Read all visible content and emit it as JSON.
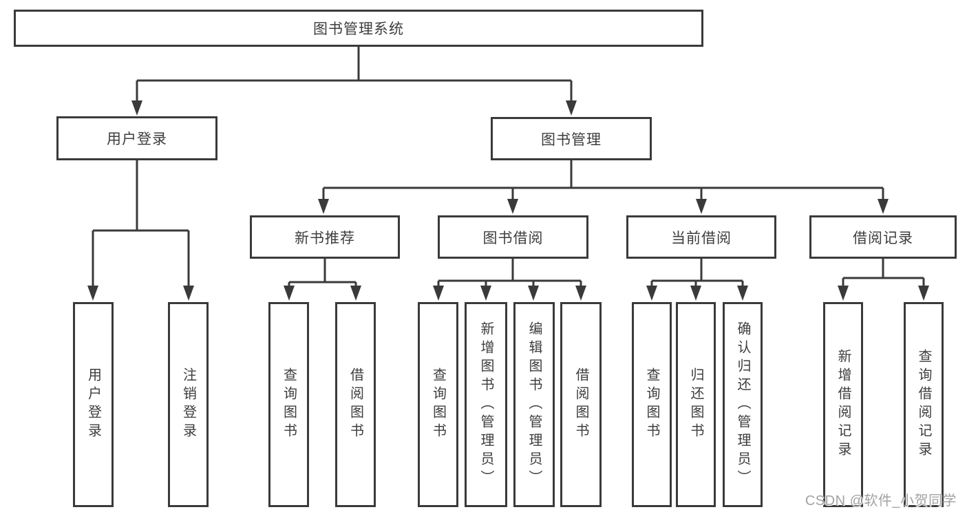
{
  "colors": {
    "line": "#3a3a3a",
    "text": "#3d3d3d",
    "background": "#ffffff",
    "watermark": "#a2a2a2"
  },
  "watermark": {
    "text": "CSDN @软件_小贺同学"
  },
  "diagram": {
    "type": "hierarchy-tree",
    "root": {
      "label": "图书管理系统"
    },
    "branches": [
      {
        "label": "用户登录",
        "leaves": [
          {
            "label": "用户登录"
          },
          {
            "label": "注销登录"
          }
        ]
      },
      {
        "label": "图书管理",
        "groups": [
          {
            "label": "新书推荐",
            "leaves": [
              {
                "label": "查询图书"
              },
              {
                "label": "借阅图书"
              }
            ]
          },
          {
            "label": "图书借阅",
            "leaves": [
              {
                "label": "查询图书"
              },
              {
                "label": "新增图书（管理员）"
              },
              {
                "label": "编辑图书（管理员）"
              },
              {
                "label": "借阅图书"
              }
            ]
          },
          {
            "label": "当前借阅",
            "leaves": [
              {
                "label": "查询图书"
              },
              {
                "label": "归还图书"
              },
              {
                "label": "确认归还（管理员）"
              }
            ]
          },
          {
            "label": "借阅记录",
            "leaves": [
              {
                "label": "新增借阅记录"
              },
              {
                "label": "查询借阅记录"
              }
            ]
          }
        ]
      }
    ]
  }
}
